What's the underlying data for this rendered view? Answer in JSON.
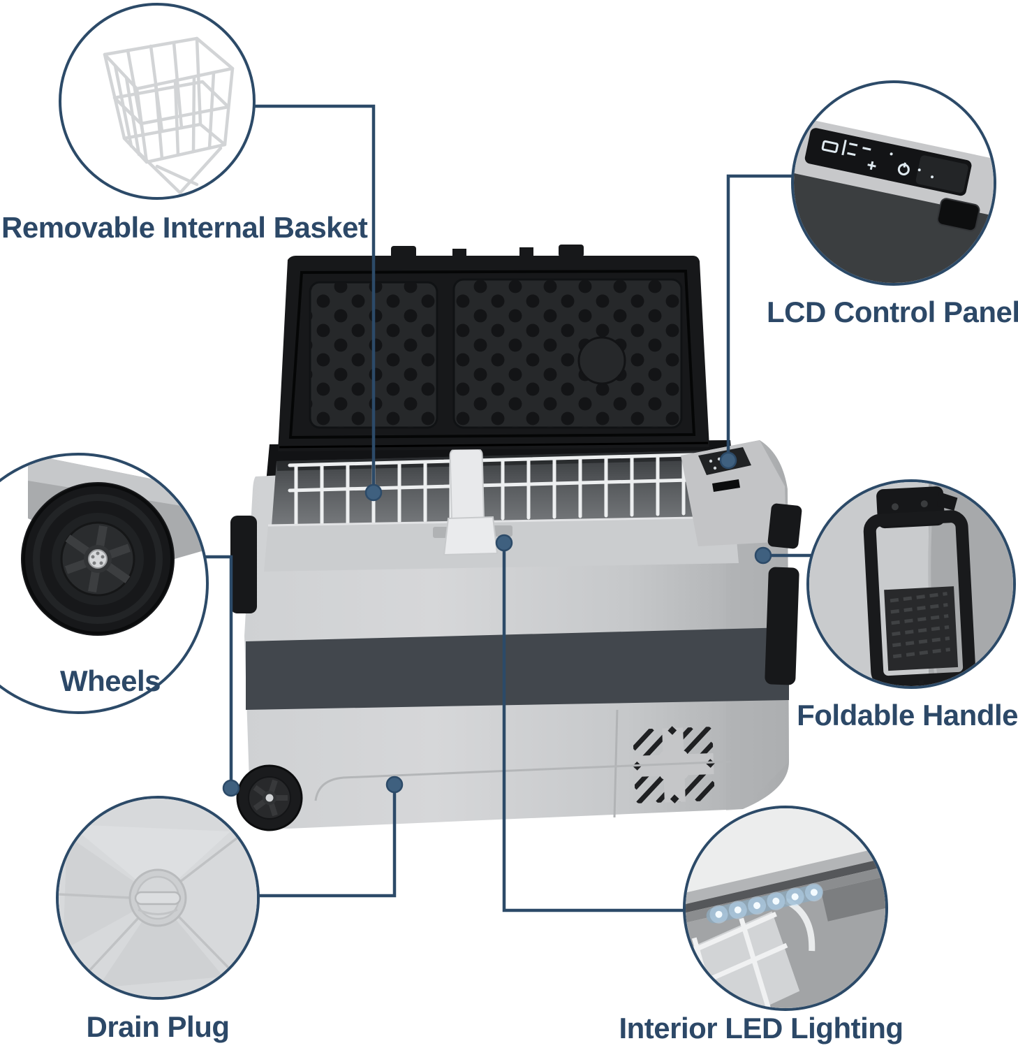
{
  "colors": {
    "accent_line": "#2c4a68",
    "label_text": "#2c4867",
    "connector_dot": "#3f607f",
    "body_gray": "#cfd1d3",
    "band_gray": "#42474d",
    "lid_black": "#17181a",
    "led_blue": "#bfe0fb"
  },
  "callouts": {
    "basket": {
      "label": "Removable Internal Basket",
      "icon": "wire-basket"
    },
    "lcd": {
      "label": "LCD Control Panel",
      "icon": "lcd-panel"
    },
    "wheels": {
      "label": "Wheels",
      "icon": "wheel"
    },
    "handle": {
      "label": "Foldable Handle",
      "icon": "folded-handle"
    },
    "drain": {
      "label": "Drain Plug",
      "icon": "drain-plug"
    },
    "led": {
      "label": "Interior LED Lighting",
      "icon": "led-strip"
    }
  }
}
